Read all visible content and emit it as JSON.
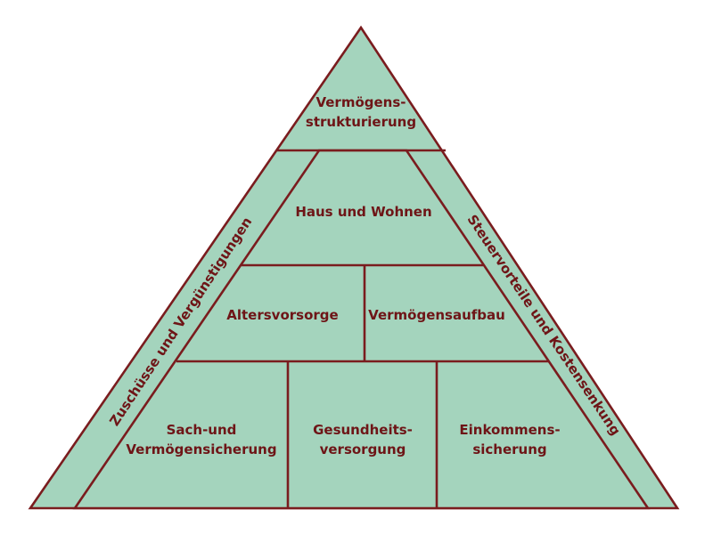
{
  "diagram": {
    "top": {
      "line1": "Vermögens-",
      "line2": "strukturierung"
    },
    "level2": {
      "label": "Haus und Wohnen"
    },
    "level3": {
      "left": "Altersvorsorge",
      "right": "Vermögensaufbau"
    },
    "level4": {
      "left": {
        "line1": "Sach-und",
        "line2": "Vermögensicherung"
      },
      "middle": {
        "line1": "Gesundheits-",
        "line2": "versorgung"
      },
      "right": {
        "line1": "Einkommens-",
        "line2": "sicherung"
      }
    },
    "side_left": "Zuschüsse und Vergünstigungen",
    "side_right": "Steuervorteile und Kostensenkung"
  }
}
